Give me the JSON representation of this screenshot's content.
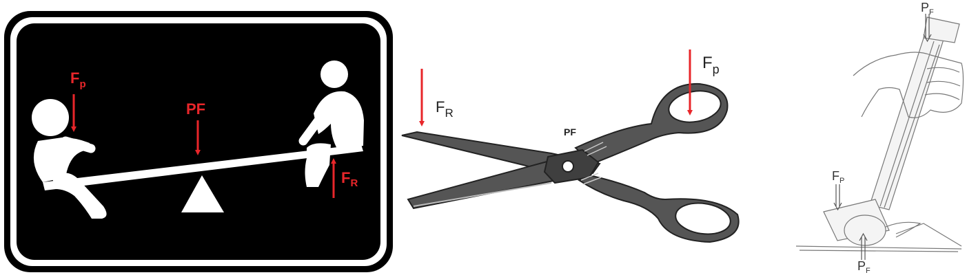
{
  "colors": {
    "force_arrow": "#e8262a",
    "sign_background": "#000000",
    "sign_figure": "#ffffff",
    "scissors_body": "#555555",
    "sketch_line": "#777777"
  },
  "panels": [
    {
      "name": "seesaw",
      "labels": {
        "effort_main": "F",
        "effort_sub": "p",
        "pivot": "PF",
        "resistance_main": "F",
        "resistance_sub": "R"
      }
    },
    {
      "name": "scissors",
      "labels": {
        "resistance_main": "F",
        "resistance_sub": "R",
        "pivot": "PF",
        "effort_main": "F",
        "effort_sub": "p"
      }
    },
    {
      "name": "hammer",
      "labels": {
        "top_main": "P",
        "top_sub": "F",
        "effort_main": "F",
        "effort_sub": "P",
        "bottom_main": "P",
        "bottom_sub": "F"
      }
    }
  ]
}
